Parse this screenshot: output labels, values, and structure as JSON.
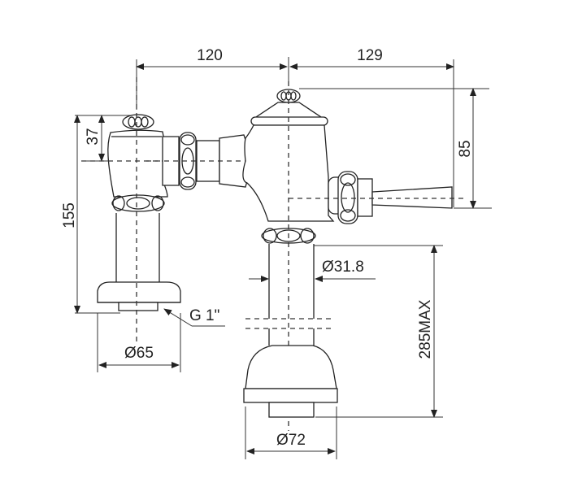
{
  "drawing": {
    "type": "technical-dimension-drawing",
    "subject": "flush valve",
    "line_color": "#222222",
    "background": "#ffffff",
    "dimensions": {
      "width_left": "120",
      "width_right": "129",
      "inlet_height": "37",
      "total_left_height": "155",
      "handle_height": "85",
      "pipe_diameter": "Ø31.8",
      "outlet_height": "285MAX",
      "inlet_flange_diameter": "Ø65",
      "outlet_flange_diameter": "Ø72",
      "thread": "G 1\""
    }
  }
}
